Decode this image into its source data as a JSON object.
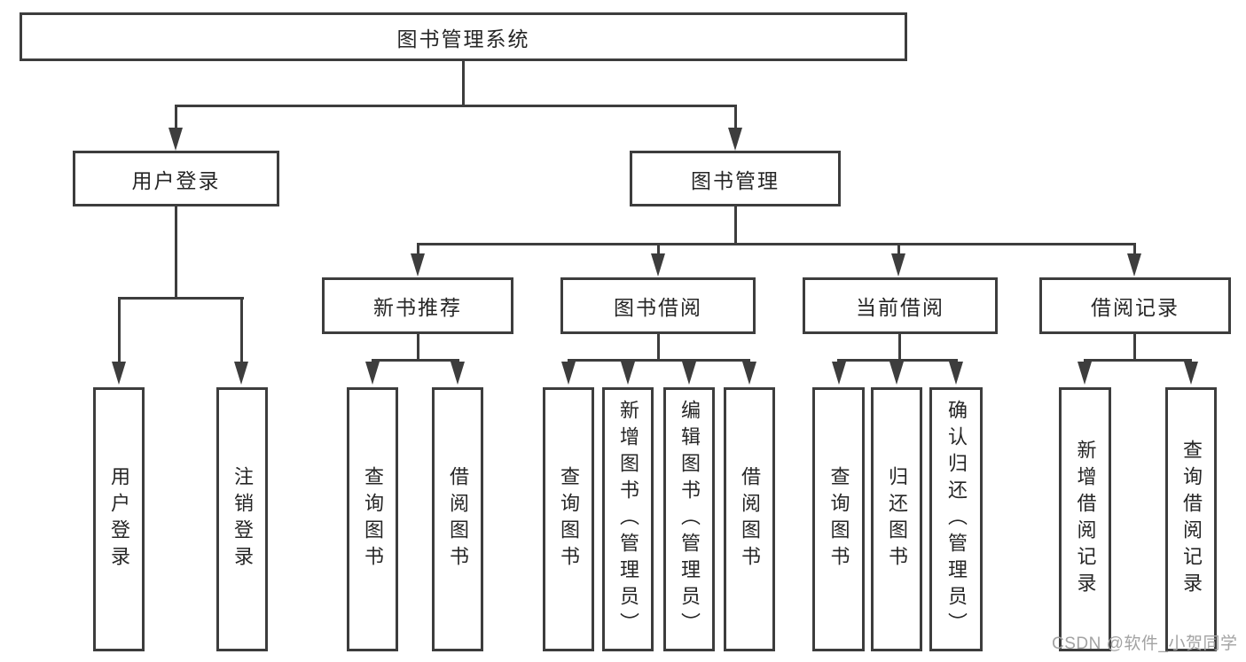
{
  "diagram": {
    "type": "tree-diagram",
    "root": {
      "label": "图书管理系统"
    },
    "level2": [
      {
        "label": "用户登录"
      },
      {
        "label": "图书管理"
      }
    ],
    "level3": [
      {
        "label": "新书推荐"
      },
      {
        "label": "图书借阅"
      },
      {
        "label": "当前借阅"
      },
      {
        "label": "借阅记录"
      }
    ],
    "user_children": [
      {
        "label": "用户登录"
      },
      {
        "label": "注销登录"
      }
    ],
    "recommend_children": [
      {
        "label": "查询图书"
      },
      {
        "label": "借阅图书"
      }
    ],
    "borrow_children": [
      {
        "label": "查询图书"
      },
      {
        "label": "新增图书（管理员）"
      },
      {
        "label": "编辑图书（管理员）"
      },
      {
        "label": "借阅图书"
      }
    ],
    "current_children": [
      {
        "label": "查询图书"
      },
      {
        "label": "归还图书"
      },
      {
        "label": "确认归还（管理员）"
      }
    ],
    "record_children": [
      {
        "label": "新增借阅记录"
      },
      {
        "label": "查询借阅记录"
      }
    ],
    "watermark": "CSDN @软件_小贺同学",
    "colors": {
      "line": "#3d3d3d",
      "text": "#262626",
      "watermark": "#a3a3a3",
      "background": "#ffffff"
    }
  }
}
